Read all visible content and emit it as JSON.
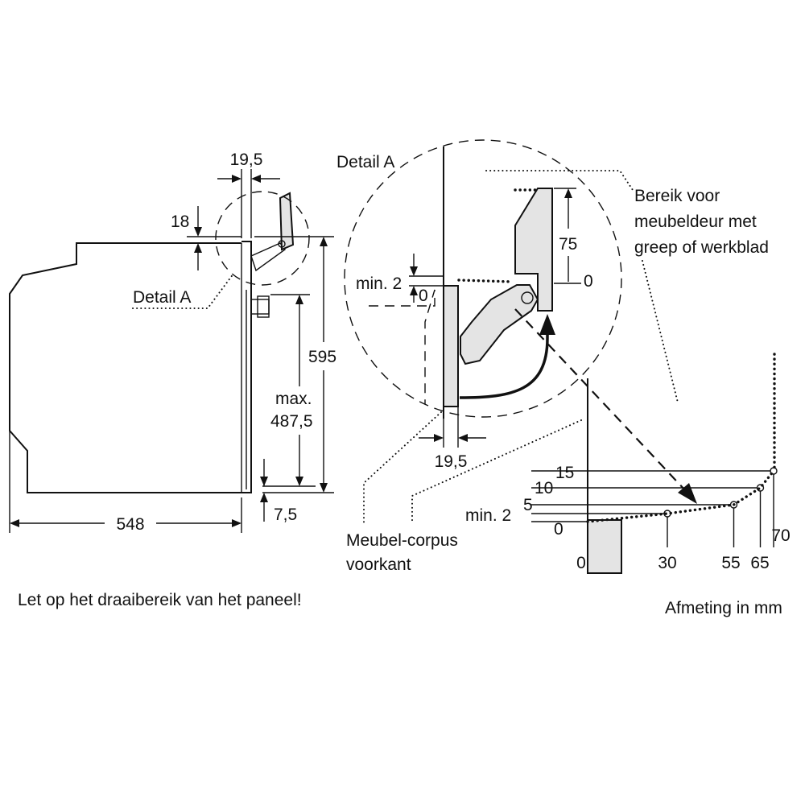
{
  "labels": {
    "dim_top_width": "19,5",
    "dim_18": "18",
    "detail_a_small": "Detail A",
    "dim_595": "595",
    "dim_max": "max.",
    "dim_4875": "487,5",
    "dim_548": "548",
    "dim_75_small": "7,5",
    "detail_a_large": "Detail A",
    "dim_min2": "min. 2",
    "dim_zero_left": "0",
    "dim_75": "75",
    "dim_zero_right": "0",
    "dim_195_bottom": "19,5",
    "range_line1": "Bereik voor",
    "range_line2": "meubeldeur met",
    "range_line3": "greep of werkblad",
    "corpus_line1": "Meubel-corpus",
    "corpus_line2": "voorkant",
    "note": "Let op het draaibereik van het paneel!",
    "units": "Afmeting in mm"
  },
  "chart_data": {
    "type": "table",
    "title": "",
    "columns": [
      "x",
      "y"
    ],
    "rows": [
      {
        "x": 0,
        "y": 0
      },
      {
        "x": 30,
        "y": 2,
        "y_label": "min. 2"
      },
      {
        "x": 55,
        "y": 5
      },
      {
        "x": 65,
        "y": 10
      },
      {
        "x": 70,
        "y": 15
      }
    ],
    "x_tick_labels": [
      "0",
      "30",
      "55",
      "65",
      "70"
    ],
    "y_tick_labels": [
      "15",
      "10",
      "5",
      "min. 2",
      "0"
    ]
  },
  "colors": {
    "line": "#111111",
    "panel_fill": "#e4e4e4"
  }
}
